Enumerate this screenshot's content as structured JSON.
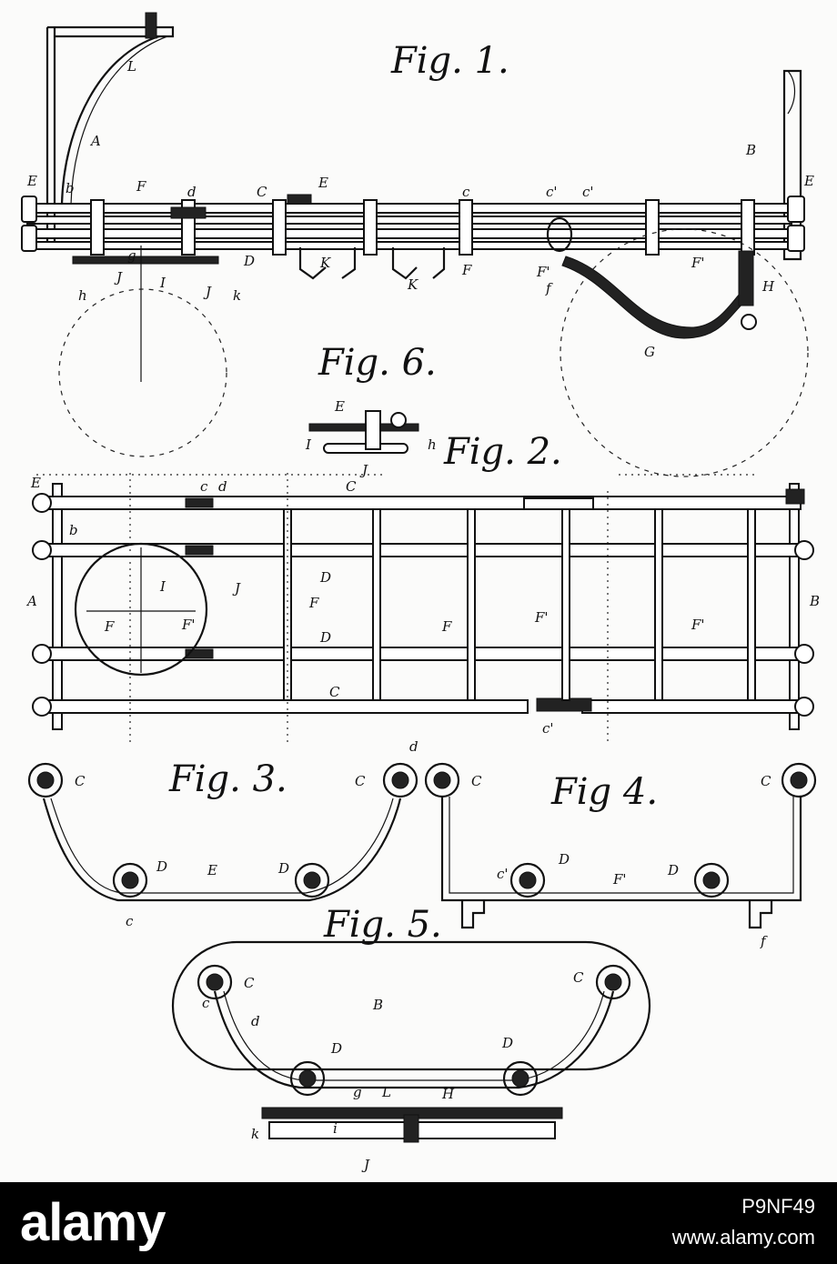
{
  "figures": {
    "fig1": "Fig. 1.",
    "fig2": "Fig. 2.",
    "fig3": "Fig. 3.",
    "fig4": "Fig 4.",
    "fig5": "Fig. 5.",
    "fig6": "Fig. 6."
  },
  "fig1_refs": {
    "L": "L",
    "A": "A",
    "B": "B",
    "E_left": "E",
    "E_right": "E",
    "C": "C",
    "D": "D",
    "F_a": "F",
    "F_b": "F",
    "E_mid": "E",
    "c_top": "c",
    "c1_a": "c'",
    "c1_b": "c'",
    "d": "d",
    "K_a": "K",
    "K_b": "K",
    "G": "G",
    "H": "H",
    "I": "I",
    "J_a": "J",
    "J_b": "J",
    "g": "g",
    "h": "h",
    "k": "k",
    "f": "f",
    "F1_a": "F'",
    "F1_b": "F'",
    "b": "b"
  },
  "fig2_refs": {
    "C_top": "C",
    "C_bottom": "C",
    "D_top": "D",
    "D_bottom": "D",
    "A": "A",
    "B": "B",
    "I": "I",
    "J": "J",
    "F_1": "F",
    "F_2": "F",
    "F_3": "F",
    "F1_1": "F'",
    "F1_2": "F'",
    "F1_3": "F'",
    "E": "E",
    "b": "b",
    "c": "c",
    "d": "d",
    "c1": "c'"
  },
  "fig3_refs": {
    "C_left": "C",
    "C_right": "C",
    "D_left": "D",
    "D_right": "D",
    "E": "E",
    "c": "c",
    "d": "d"
  },
  "fig4_refs": {
    "C_left": "C",
    "C_right": "C",
    "D_left": "D",
    "D_right": "D",
    "F1": "F'",
    "c1": "c'",
    "f": "f"
  },
  "fig5_refs": {
    "C_left": "C",
    "C_right": "C",
    "B": "B",
    "D_left": "D",
    "D_right": "D",
    "L": "L",
    "J": "J",
    "k": "k",
    "g": "g",
    "i": "i",
    "d": "d",
    "c": "c",
    "H": "H"
  },
  "fig6_refs": {
    "E": "E",
    "I": "I",
    "J": "J",
    "h": "h"
  },
  "footer": {
    "logo": "alamy",
    "image_id": "P9NF49",
    "site": "www.alamy.com"
  }
}
